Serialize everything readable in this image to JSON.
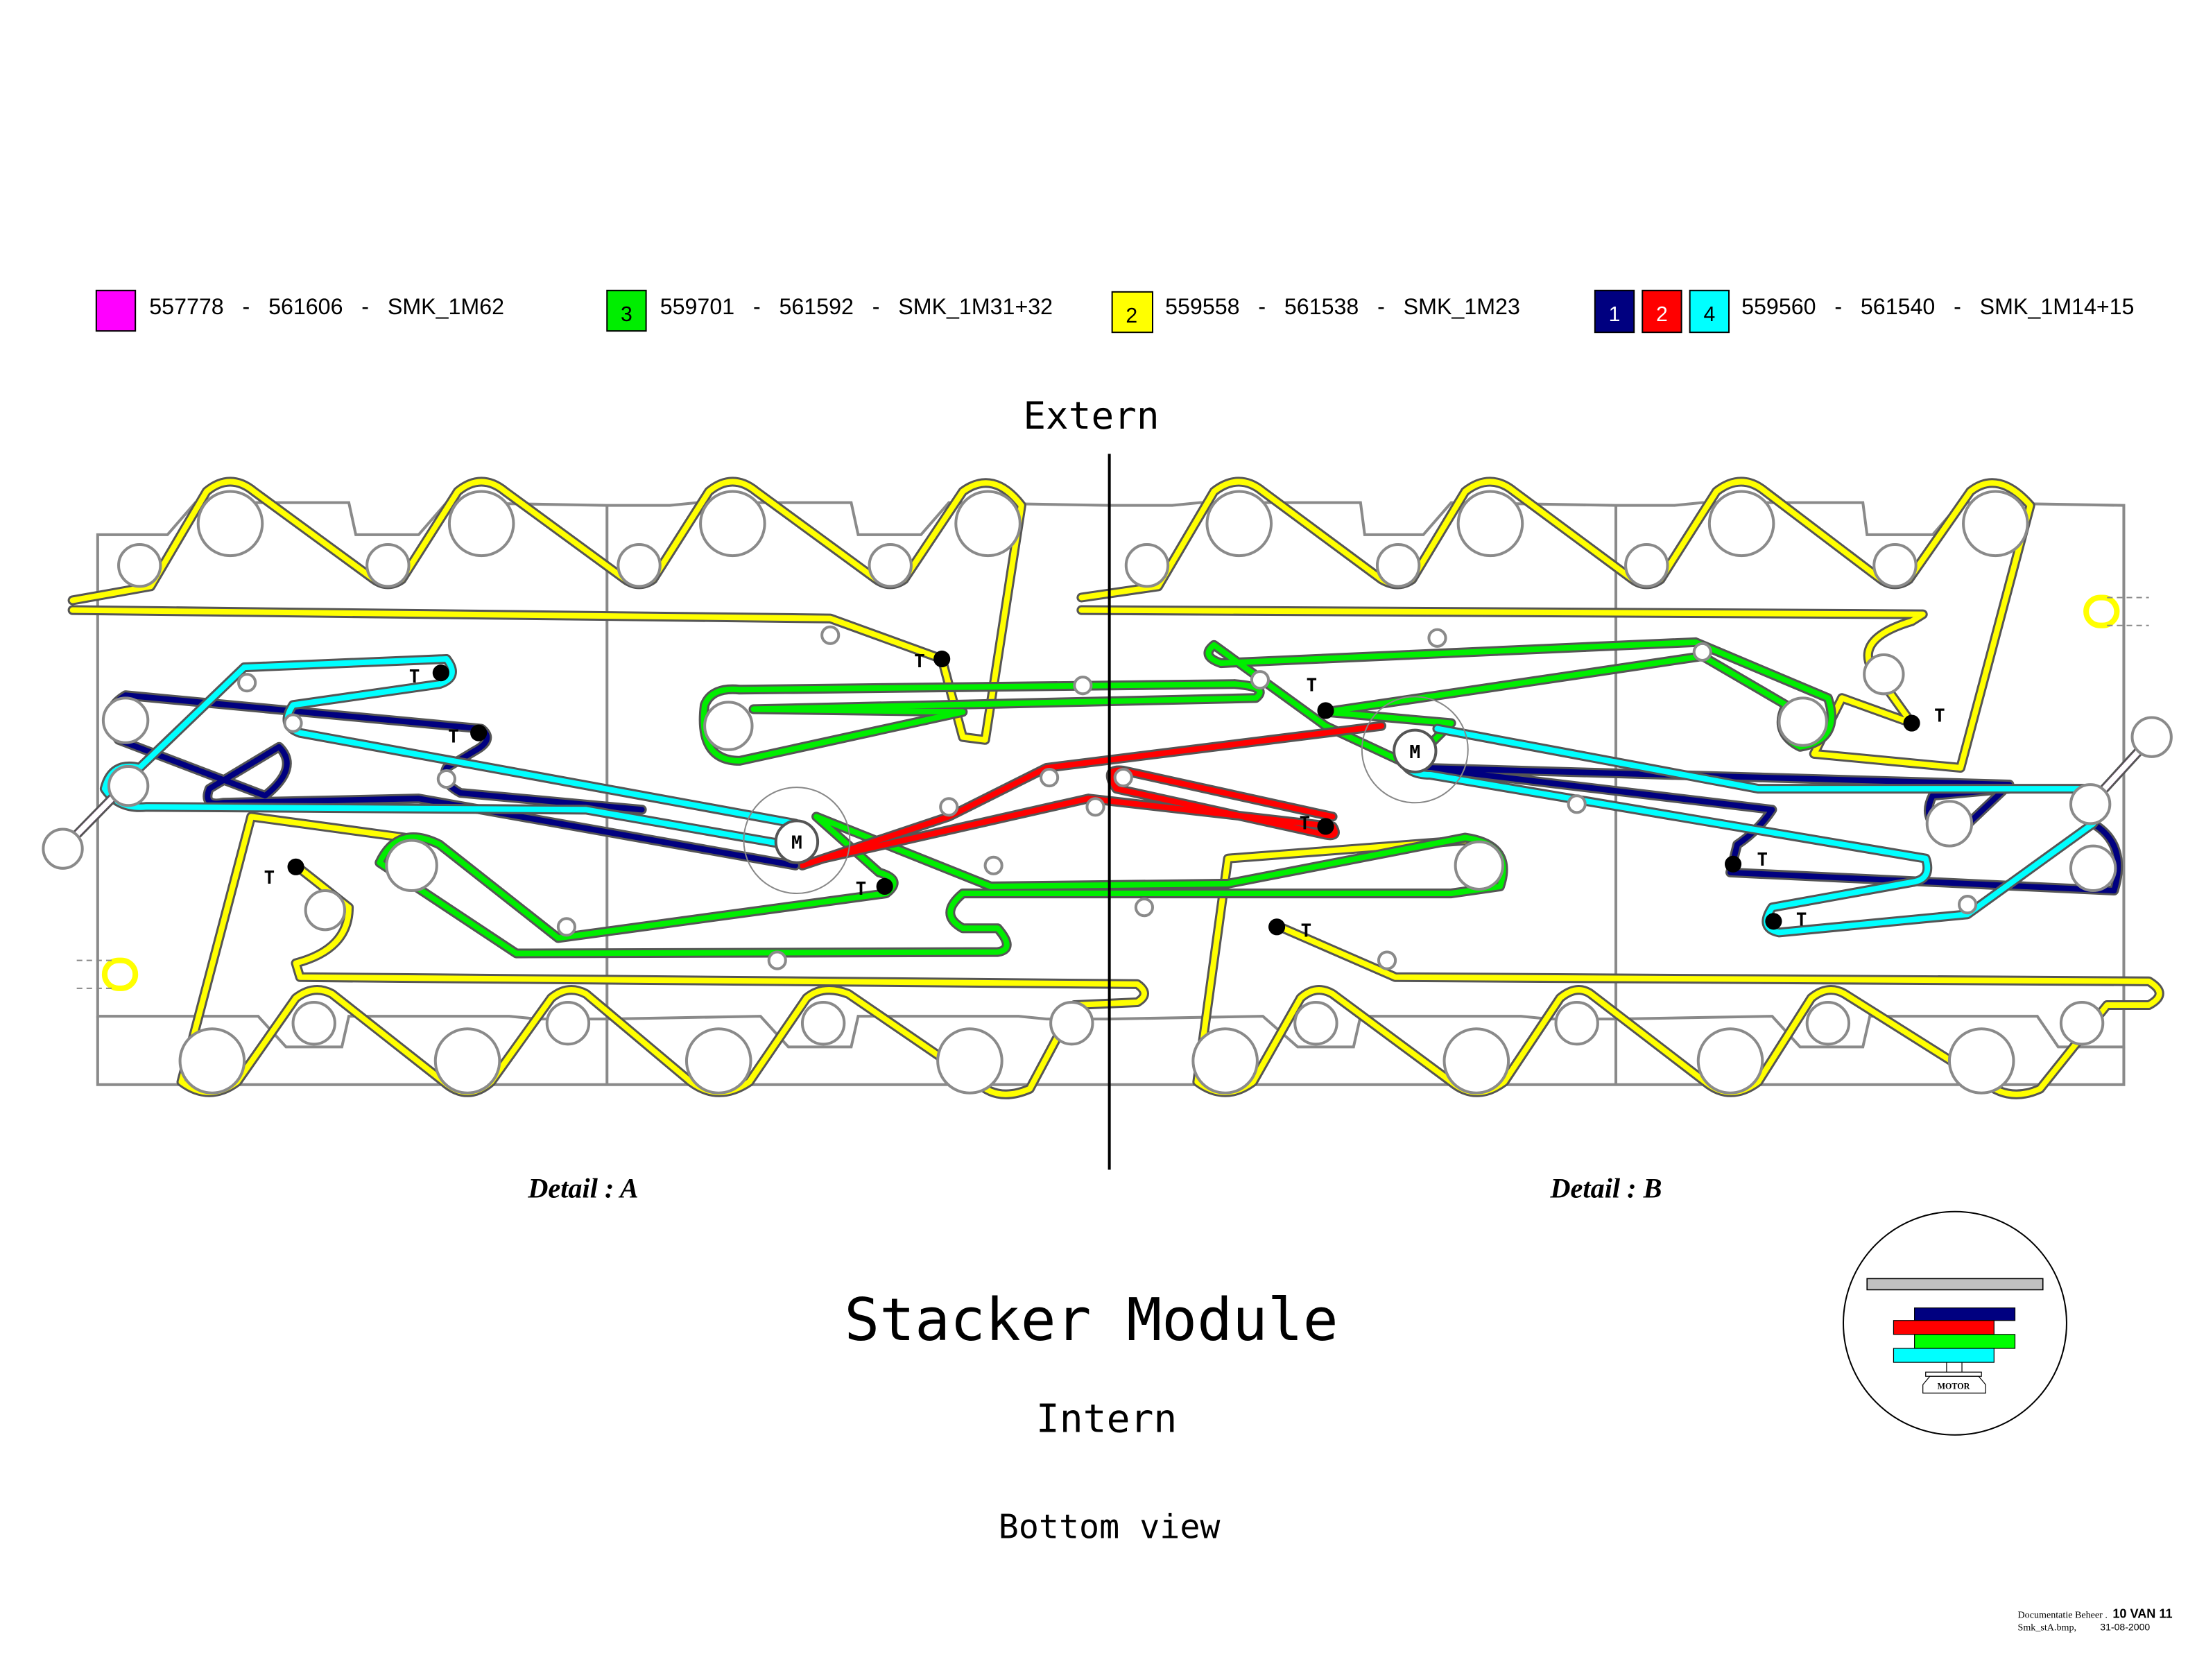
{
  "legend": [
    {
      "colors": [
        "#ff00ff"
      ],
      "numbers": [
        ""
      ],
      "text": "557778   -   561606   -   SMK_1M62"
    },
    {
      "colors": [
        "#00ee00"
      ],
      "numbers": [
        "3"
      ],
      "text": "559701   -   561592   -   SMK_1M31+32"
    },
    {
      "colors": [
        "#ffff00"
      ],
      "numbers": [
        "2"
      ],
      "text": "559558   -   561538   -   SMK_1M23"
    },
    {
      "colors": [
        "#000080",
        "#ff0000",
        "#00ffff"
      ],
      "numbers": [
        "1",
        "2",
        "4"
      ],
      "text": "559560   -   561540   -   SMK_1M14+15"
    }
  ],
  "labels": {
    "extern": "Extern",
    "detail_a": "Detail : A",
    "detail_b": "Detail : B",
    "title": "Stacker Module",
    "intern": "Intern",
    "view": "Bottom view",
    "motor_label": "M",
    "tensioner_label": "T",
    "inset_motor": "MOTOR"
  },
  "footer": {
    "dept": "Documentatie Beheer .",
    "page": "10 VAN 11",
    "file": "Smk_stA.bmp,",
    "date": "31-08-2000"
  },
  "colors": {
    "magenta": "#ff00ff",
    "green": "#00ee00",
    "yellow": "#ffff00",
    "navy": "#000080",
    "red": "#ff0000",
    "cyan": "#00ffff",
    "frame": "#8a8a8a"
  }
}
